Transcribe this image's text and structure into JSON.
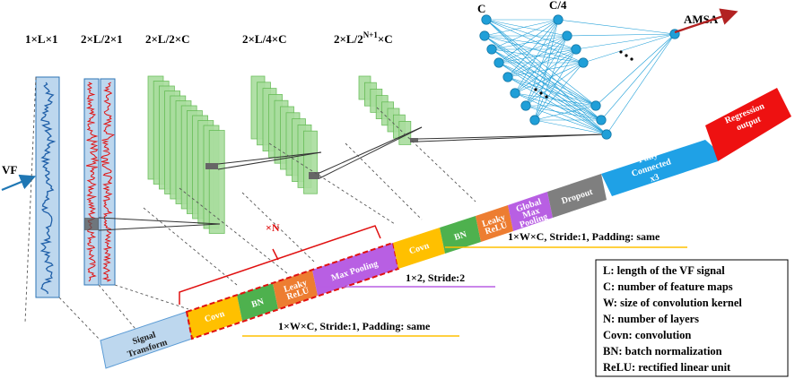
{
  "dims": [
    "1×L×1",
    "2×L/2×1",
    "2×L/2×C",
    "2×L/4×C",
    "2×L/2",
    "N+1",
    "×C"
  ],
  "input_label": "VF",
  "net_labels": {
    "left": "C",
    "middle": "C/4",
    "output": "AMSA"
  },
  "repeat_label": "×N",
  "blocks": {
    "signal_transform": [
      "Signal",
      "Transform"
    ],
    "covn": "Covn",
    "bn": "BN",
    "leaky": [
      "Leaky",
      "ReLU"
    ],
    "maxpool": "Max Pooling",
    "gmp": [
      "Global",
      "Max",
      "Pooling"
    ],
    "dropout": "Dropout",
    "fc": [
      "Fully",
      "Connected",
      "x3"
    ],
    "regression": [
      "Regression",
      "output"
    ]
  },
  "annotations": {
    "conv1": "1×W×C, Stride:1, Padding: same",
    "pool": "1×2, Stride:2",
    "conv2": "1×W×C, Stride:1, Padding: same"
  },
  "colors": {
    "covn": "#FFC000",
    "bn": "#4EB14E",
    "leaky": "#ED7D31",
    "maxpool": "#B85FE3",
    "dropout": "#7F7F7F",
    "fc": "#1FA1E6",
    "regression": "#EE1111",
    "signal_transform": "#BDD7EE",
    "fmap": "#A9DD9E",
    "node": "#1F9FD8"
  },
  "legend": [
    "L: length of the VF signal",
    "C: number of feature maps",
    "W: size of convolution kernel",
    "N: number of layers",
    "Covn: convolution",
    "BN: batch normalization",
    "ReLU: rectified linear unit"
  ]
}
